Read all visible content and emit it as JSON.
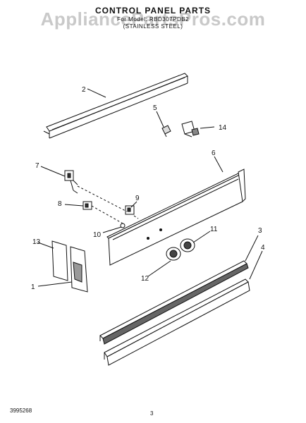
{
  "watermark": "AppliancePartsPros.com",
  "header": {
    "title": "CONTROL PANEL PARTS",
    "subtitle_line1": "For Model: RBD307PDB2",
    "subtitle_line2": "(STAINLESS STEEL)"
  },
  "callouts": [
    "1",
    "2",
    "3",
    "4",
    "5",
    "6",
    "7",
    "8",
    "9",
    "10",
    "11",
    "12",
    "13",
    "14"
  ],
  "footer": {
    "code": "3995268",
    "page": "3"
  }
}
